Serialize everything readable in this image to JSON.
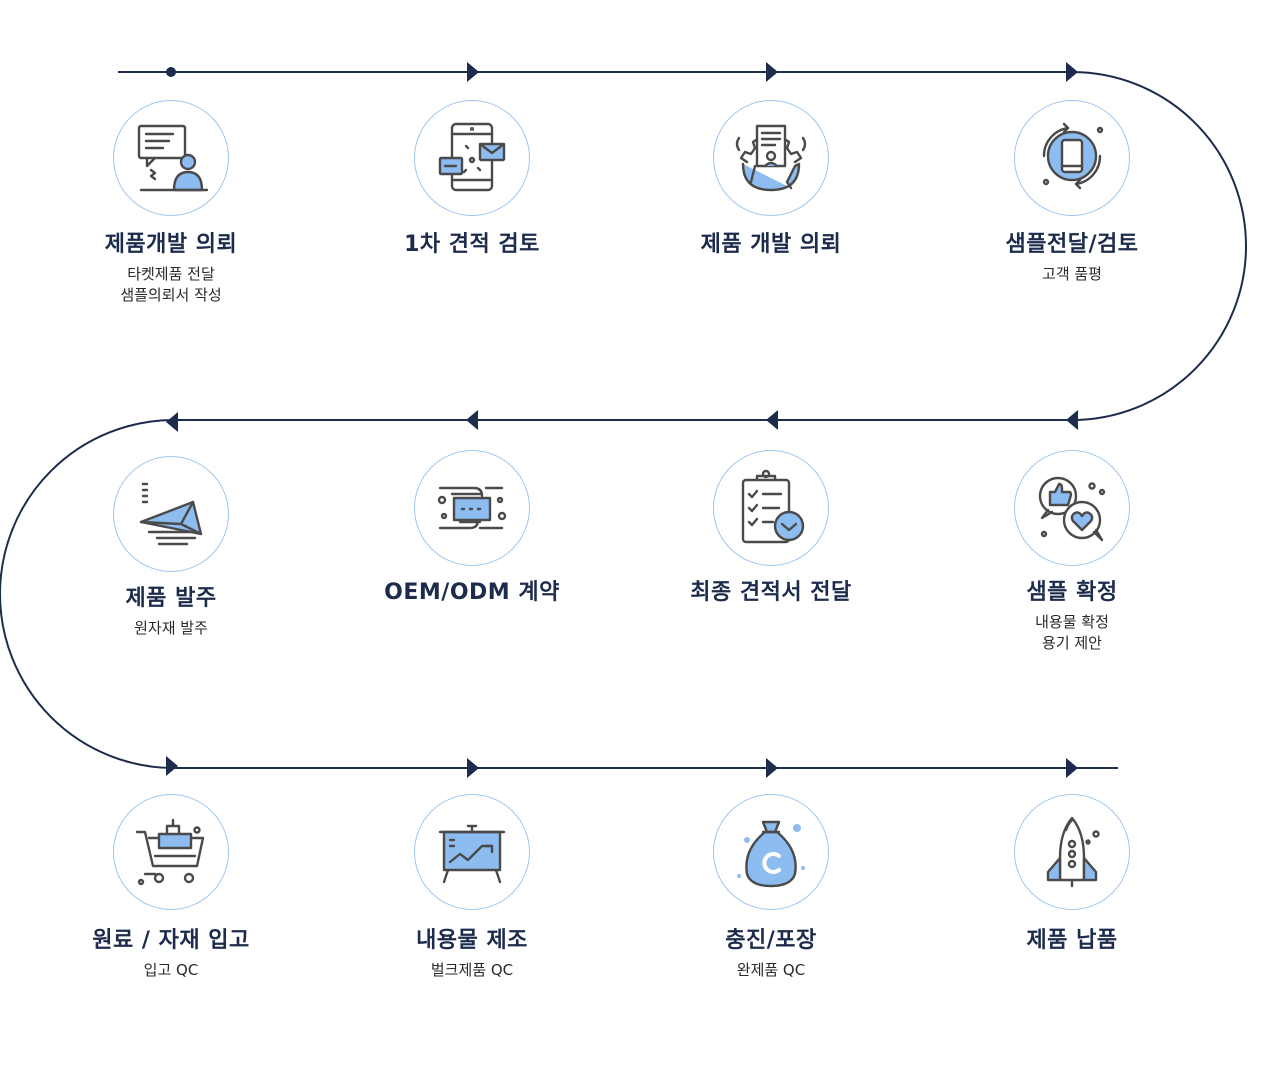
{
  "steps": [
    {
      "title": "제품개발 의뢰",
      "sub": [
        "타켓제품 전달",
        "샘플의뢰서 작성"
      ],
      "icon": "consultation-icon"
    },
    {
      "title": "1차 견적 검토",
      "sub": [],
      "icon": "tablet-message-icon"
    },
    {
      "title": "제품 개발 의뢰",
      "sub": [],
      "icon": "document-gear-icon"
    },
    {
      "title": "샘플전달/검토",
      "sub": [
        "고객 품평"
      ],
      "icon": "phone-refresh-icon"
    },
    {
      "title": "샘플 확정",
      "sub": [
        "내용물 확정",
        "용기 제안"
      ],
      "icon": "like-heart-chat-icon"
    },
    {
      "title": "최종 견적서 전달",
      "sub": [],
      "icon": "clipboard-checklist-icon"
    },
    {
      "title": "OEM/ODM 계약",
      "sub": [],
      "icon": "handshake-contract-icon"
    },
    {
      "title": "제품 발주",
      "sub": [
        "원자재 발주"
      ],
      "icon": "paper-plane-icon"
    },
    {
      "title": "원료 / 자재 입고",
      "sub": [
        "입고 QC"
      ],
      "icon": "shopping-cart-icon"
    },
    {
      "title": "내용물 제조",
      "sub": [
        "벌크제품 QC"
      ],
      "icon": "chart-board-icon"
    },
    {
      "title": "충진/포장",
      "sub": [
        "완제품 QC"
      ],
      "icon": "money-bag-icon"
    },
    {
      "title": "제품 납품",
      "sub": [],
      "icon": "rocket-icon"
    }
  ],
  "colors": {
    "line": "#1d2c4c",
    "circle_border": "#9fc7ee",
    "icon_fill": "#8dbcf0",
    "icon_stroke": "#4a4a4a",
    "title": "#1d2c4c"
  }
}
